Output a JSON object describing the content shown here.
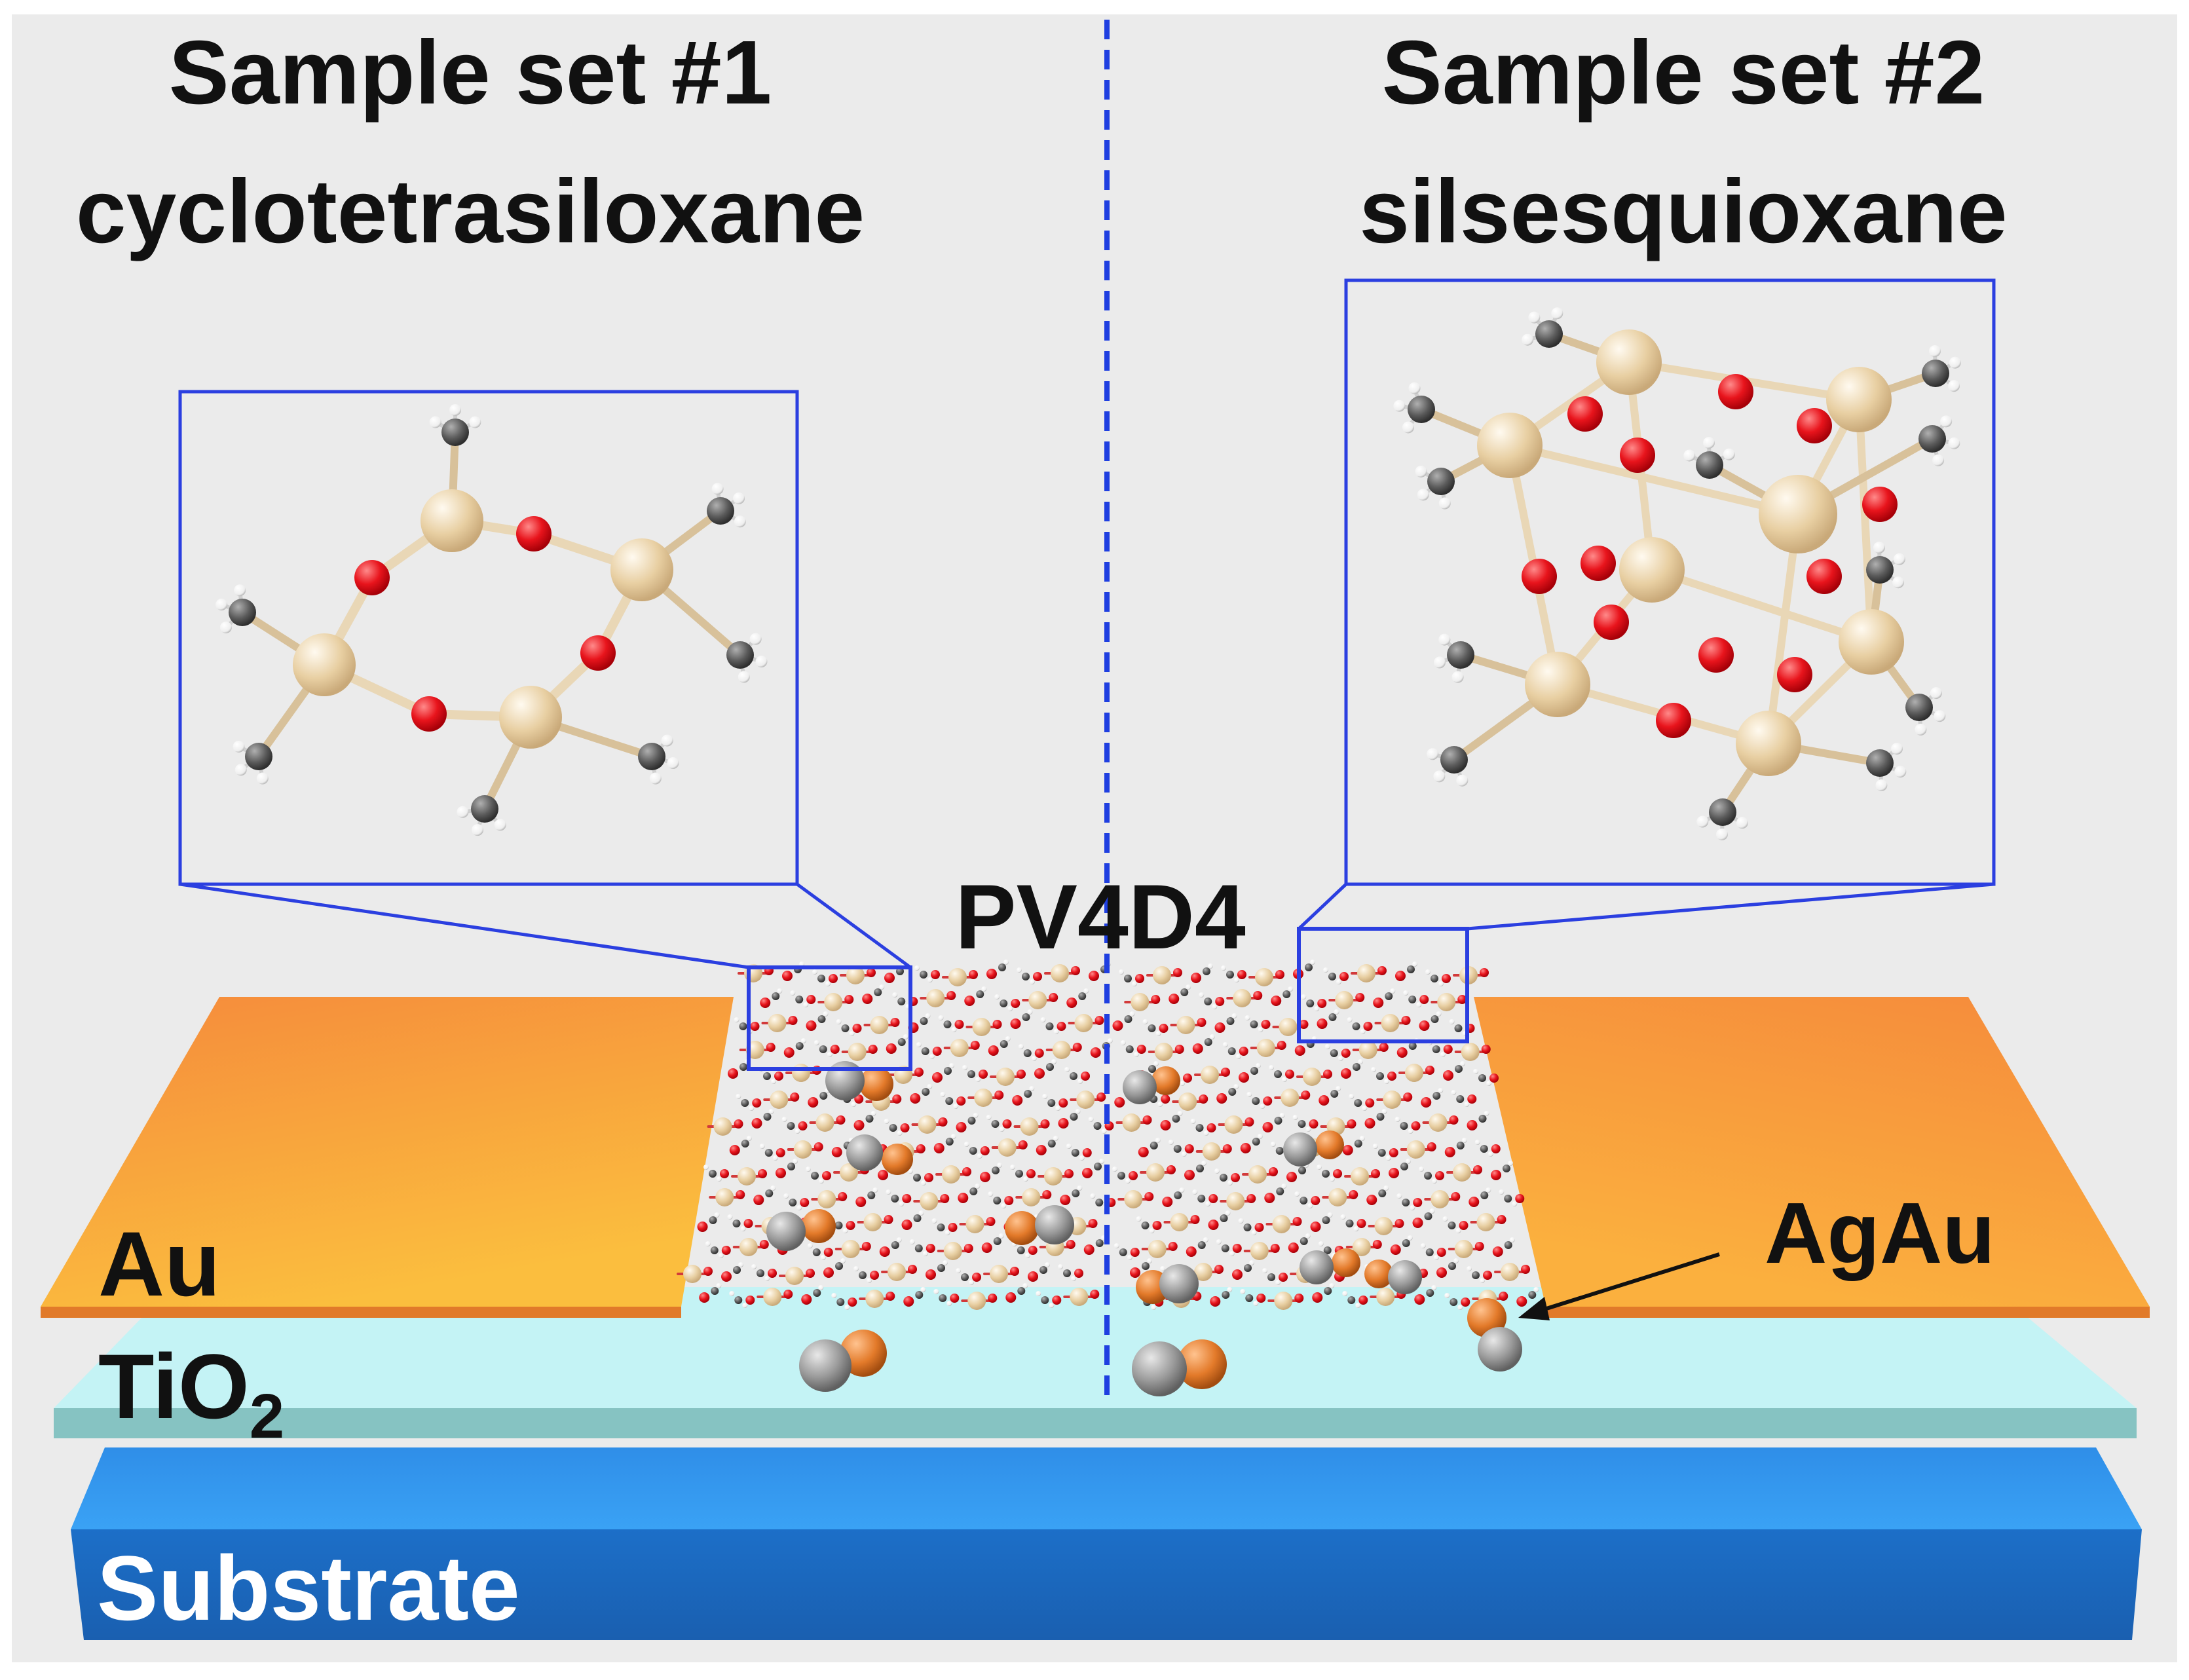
{
  "headings": {
    "left_title": "Sample set #1",
    "left_subtitle": "cyclotetrasiloxane",
    "right_title": "Sample set #2",
    "right_subtitle": "silsesquioxane"
  },
  "labels": {
    "center_polymer": "PV4D4",
    "alloy": "AgAu",
    "electrode": "Au",
    "oxide_base": "TiO",
    "oxide_subscript": "2",
    "substrate": "Substrate"
  },
  "colors": {
    "background": "#ebebeb",
    "divider": "#1f3fe0",
    "inset_frame": "#2b3fe0",
    "gold_layer": "#f7a23c",
    "tio2_layer": "#bff0f2",
    "substrate": "#2a86e4",
    "silicon_atom": "#ecd6b0",
    "oxygen_atom": "#e8141c",
    "carbon_atom": "#5d5d5d",
    "hydrogen_atom": "#ffffff",
    "silver_particle": "#9a9a9a",
    "gold_particle": "#e37a2a"
  }
}
